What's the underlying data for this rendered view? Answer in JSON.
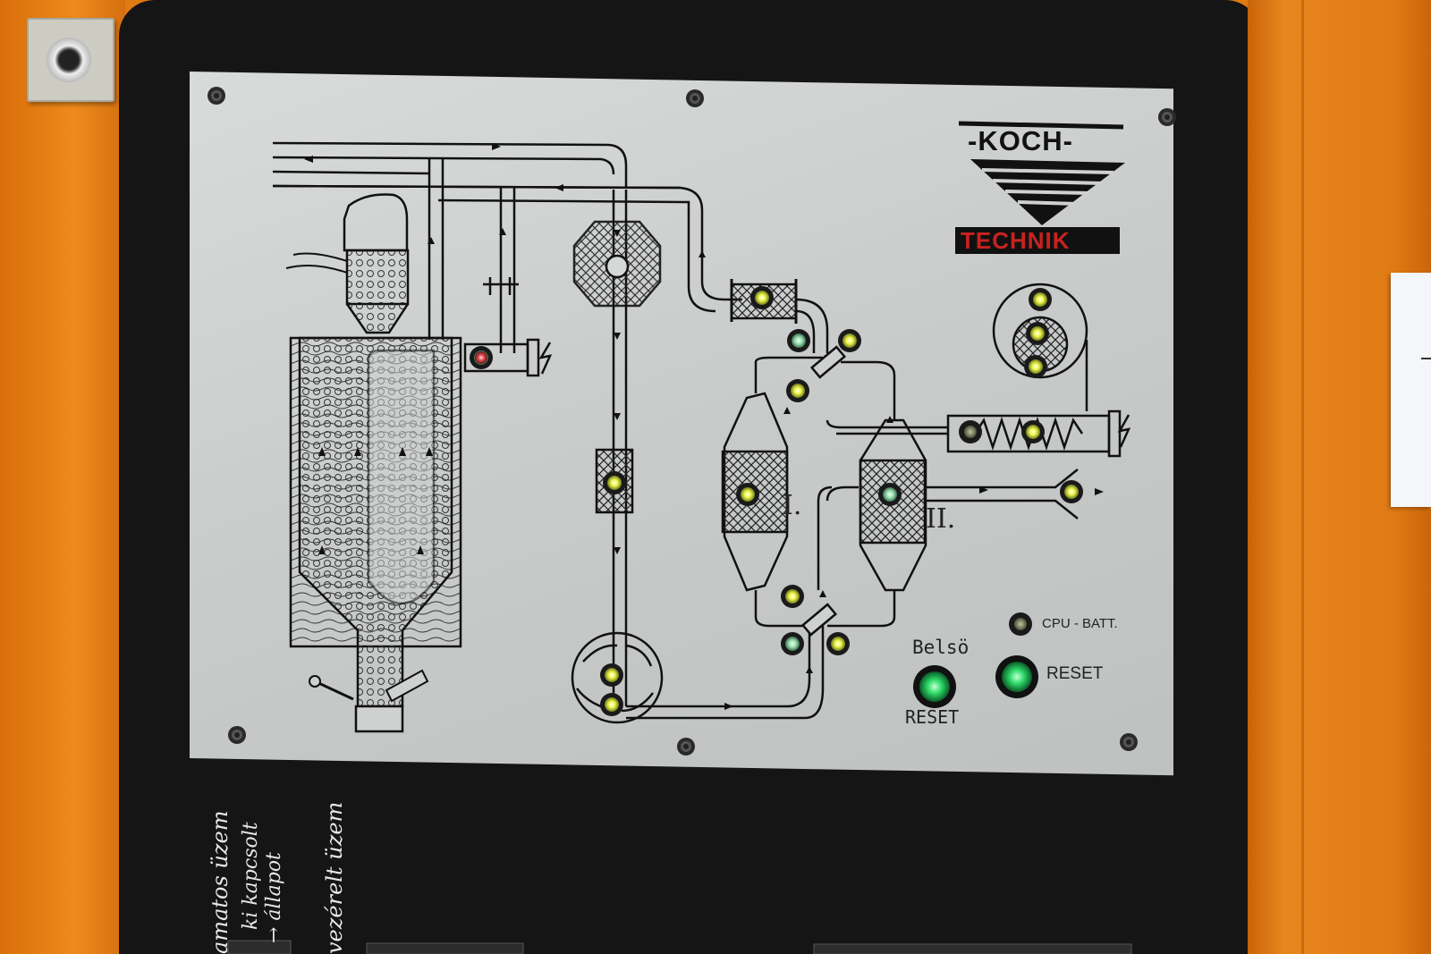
{
  "panel": {
    "brand_top": "-KOCH-",
    "brand_bottom": "TECHNIK",
    "roman_one": "I.",
    "roman_two": "II.",
    "cpu_label": "CPU - BATT.",
    "internal_label": "Belsö",
    "reset_under": "RESET",
    "reset_right": "RESET"
  },
  "handwriting": {
    "col1": "amatos üzem",
    "col2": "ki kapcsolt",
    "col2b": "→ állapot",
    "col3": "vezérelt üzem"
  },
  "colors": {
    "cabinet": "#e07a12",
    "panel": "#151515",
    "plate": "#cfd1d1",
    "led_yellow": "#f2f542",
    "led_green": "#2fdc6a",
    "led_red": "#d9454a",
    "brand_red": "#c8221e"
  }
}
